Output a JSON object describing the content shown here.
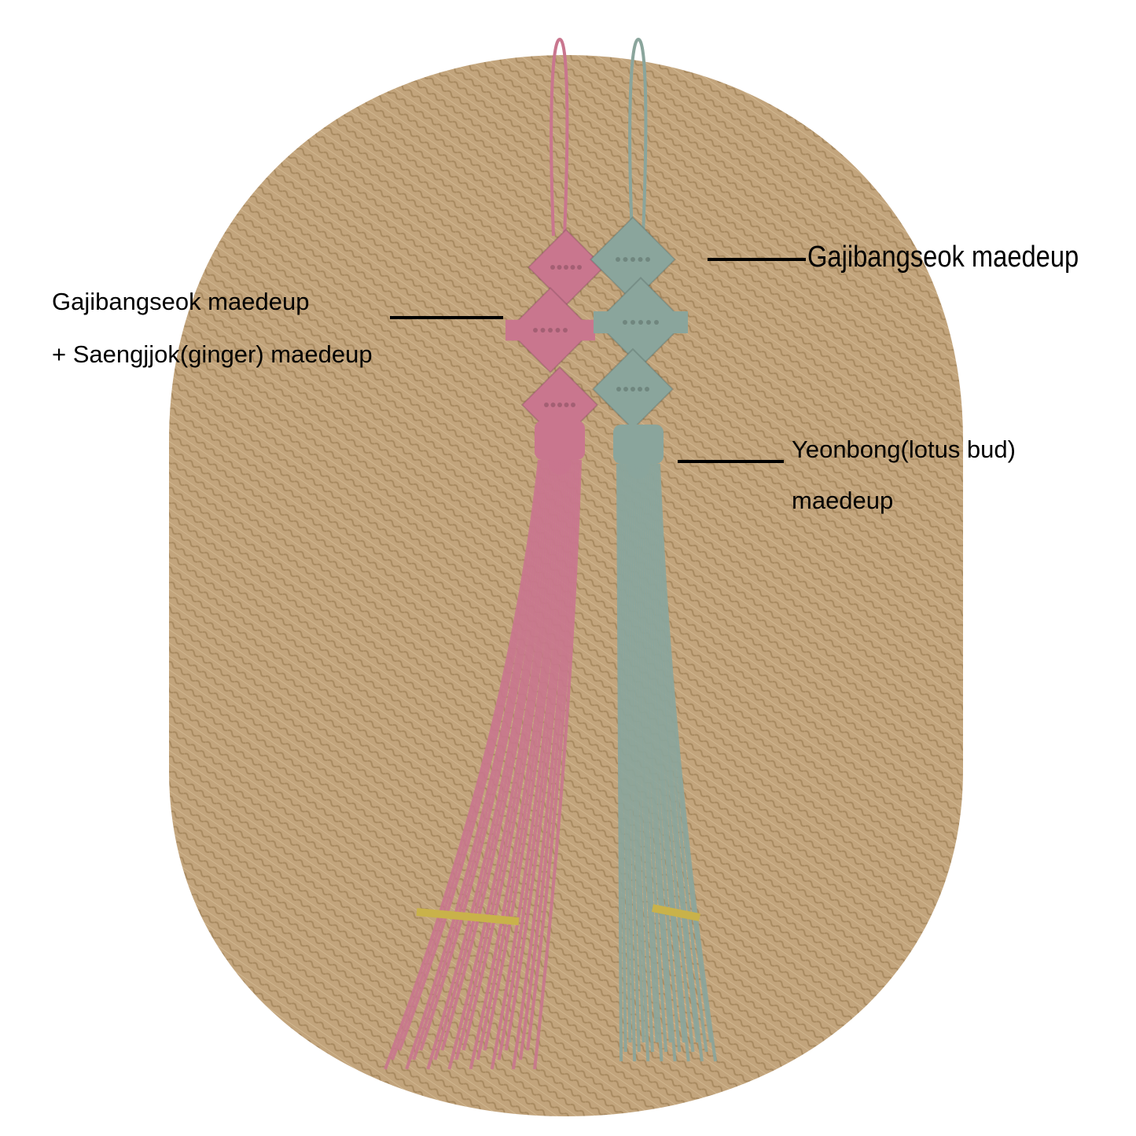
{
  "labels": {
    "left_line1": "Gajibangseok maedeup",
    "left_line2": "+ Saengjjok(ginger) maedeup",
    "right_top": "Gajibangseok maedeup",
    "right_bottom_line1": "Yeonbong(lotus bud)",
    "right_bottom_line2": "maedeup"
  },
  "colors": {
    "mat": "#c2a47c",
    "pink_tassel": "#c9768e",
    "teal_tassel": "#8aa59c",
    "gold_band": "#c9b24a"
  }
}
